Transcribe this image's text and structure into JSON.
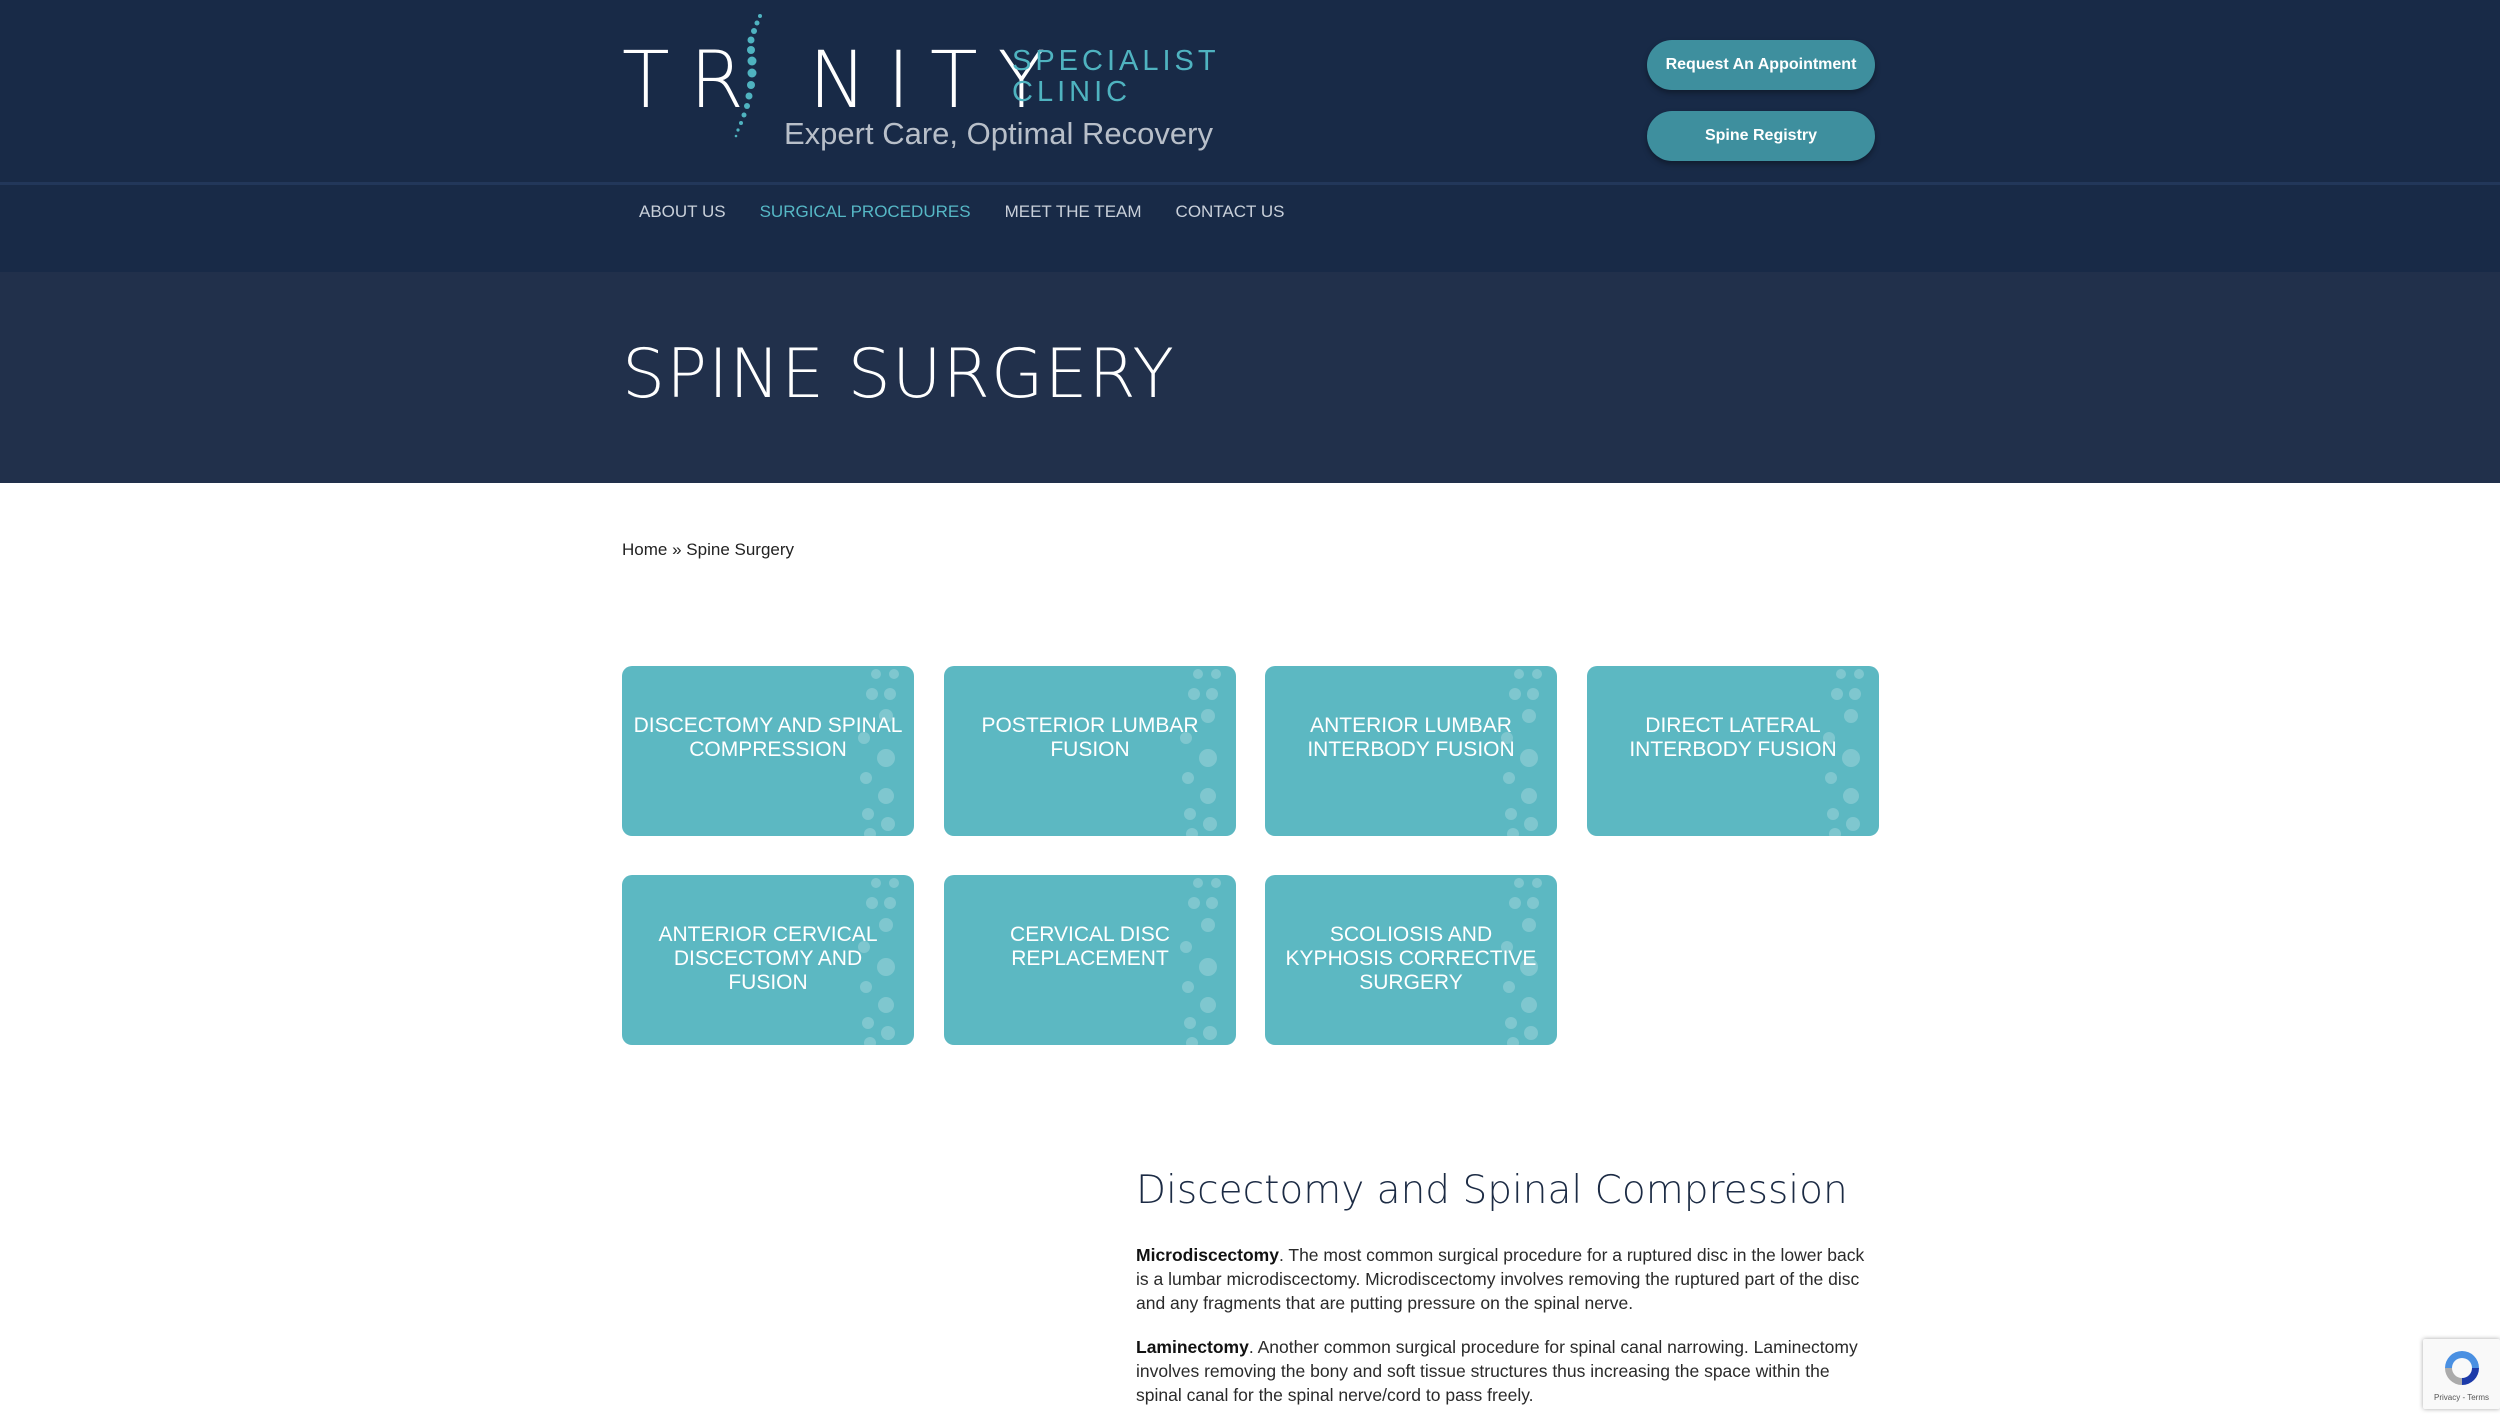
{
  "header": {
    "logo": {
      "wordmark": "TR NITY",
      "specialist_line1": "SPECIALIST",
      "specialist_line2": "CLINIC",
      "tagline": "Expert Care, Optimal Recovery"
    },
    "buttons": {
      "appointment": "Request An Appointment",
      "registry": "Spine Registry"
    },
    "nav": [
      {
        "label": "ABOUT US",
        "active": false
      },
      {
        "label": "SURGICAL PROCEDURES",
        "active": true
      },
      {
        "label": "MEET THE TEAM",
        "active": false
      },
      {
        "label": "CONTACT US",
        "active": false
      }
    ]
  },
  "banner": {
    "title": "SPINE SURGERY"
  },
  "breadcrumb": {
    "home": "Home",
    "separator": "»",
    "current": "Spine Surgery"
  },
  "procedures": [
    "DISCECTOMY AND SPINAL COMPRESSION",
    "POSTERIOR LUMBAR FUSION",
    "ANTERIOR LUMBAR INTERBODY FUSION",
    "DIRECT LATERAL INTERBODY FUSION",
    "ANTERIOR CERVICAL DISCECTOMY AND FUSION",
    "CERVICAL DISC REPLACEMENT",
    "SCOLIOSIS AND KYPHOSIS CORRECTIVE SURGERY"
  ],
  "article": {
    "title": "Discectomy and Spinal Compression",
    "paragraphs": [
      {
        "term": "Microdiscectomy",
        "text": ". The most common surgical procedure for a ruptured disc in the lower back is a lumbar microdiscectomy. Microdiscectomy involves removing the ruptured part of the disc and any fragments that are putting pressure on the spinal nerve."
      },
      {
        "term": "Laminectomy",
        "text": ". Another common surgical procedure for spinal canal narrowing.  Laminectomy involves removing the bony and soft tissue structures thus increasing the space within the spinal canal for the spinal nerve/cord to pass freely."
      }
    ]
  },
  "recaptcha": {
    "text": "Privacy - Terms"
  },
  "colors": {
    "header_bg": "#182a47",
    "banner_bg": "#21304b",
    "accent": "#56b8c6",
    "tile_bg": "#5cb8c2",
    "button_bg": "#3e8f9e"
  },
  "icons": [
    "spine-logo-icon",
    "recaptcha-icon"
  ]
}
